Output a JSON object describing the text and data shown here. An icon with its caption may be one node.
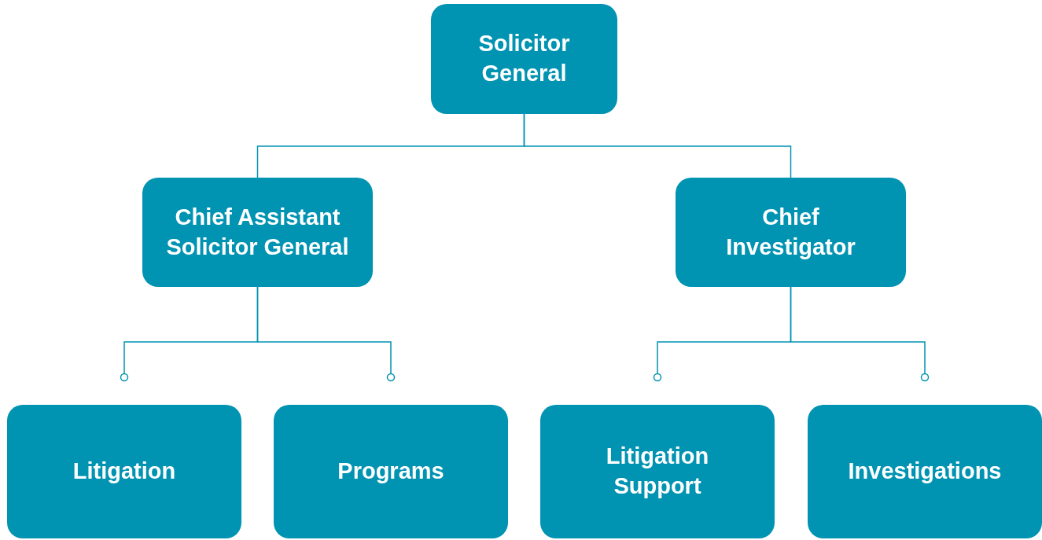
{
  "diagram": {
    "nodes": [
      {
        "text": [
          "Solicitor General"
        ]
      },
      {
        "text": [
          "Chief Assistant Solicitor General"
        ]
      },
      {
        "text": [
          "Chief Investigator"
        ]
      },
      {
        "text": [
          "Litigation"
        ]
      },
      {
        "text": [
          "Programs"
        ]
      },
      {
        "text": [
          "Litigation Support"
        ]
      },
      {
        "text": [
          "Investigations"
        ]
      }
    ],
    "edges": [
      {
        "from": 0,
        "to": 1,
        "arrow": "none"
      },
      {
        "from": 0,
        "to": 2,
        "arrow": "none"
      },
      {
        "from": 1,
        "to": 3,
        "arrow": "other"
      },
      {
        "from": 1,
        "to": 4,
        "arrow": "other"
      },
      {
        "from": 2,
        "to": 5,
        "arrow": "other"
      },
      {
        "from": 2,
        "to": 6,
        "arrow": "other"
      }
    ]
  }
}
